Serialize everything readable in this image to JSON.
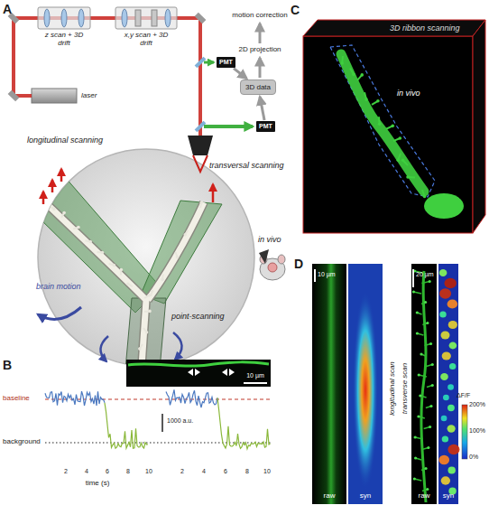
{
  "diagram": {
    "nodes": [
      {
        "text": [
          "PMT"
        ]
      },
      {
        "text": [
          "PMT"
        ]
      },
      {
        "text": [
          "3D data"
        ]
      }
    ],
    "edges": [
      {
        "from": 0,
        "to": 2,
        "arrow": "to"
      },
      {
        "from": 1,
        "to": 2,
        "arrow": "to"
      }
    ],
    "labels": [
      "A",
      "z scan + 3D drift",
      "x,y scan + 3D drift",
      "laser",
      "motion correction",
      "2D projection",
      "longitudinal scanning",
      "transversal scanning",
      "brain motion",
      "point-scanning",
      "in vivo",
      "B",
      "10 µm",
      "baseline",
      "background",
      "1000 a.u.",
      "2",
      "4",
      "6",
      "8",
      "10",
      "time (s)",
      "2",
      "4",
      "6",
      "8",
      "10",
      "C",
      "3D ribbon scanning",
      "in vivo",
      "D",
      "10 µm",
      "20 µm",
      "longitudinal scan",
      "transverse scan",
      "raw",
      "syn",
      "raw",
      "syn",
      "ΔF/F",
      "200%",
      "100%",
      "0%"
    ]
  }
}
